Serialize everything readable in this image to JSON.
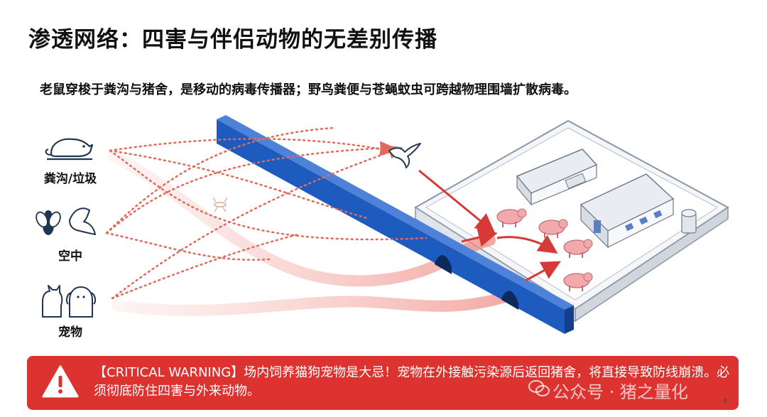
{
  "slide": {
    "title": "渗透网络：四害与伴侣动物的无差别传播",
    "subtitle": "老鼠穿梭于粪沟与猪舍，是移动的病毒传播器；野鸟粪便与苍蝇蚊虫可跨越物理围墙扩散病毒。",
    "page_number": "8"
  },
  "sources": [
    {
      "label": "粪沟/垃圾",
      "icon": "rat-icon"
    },
    {
      "label": "空中",
      "icon": "fly-and-bird-icon"
    },
    {
      "label": "宠物",
      "icon": "cat-and-dog-icon"
    }
  ],
  "colors": {
    "wall": "#1e5bbf",
    "danger": "#dc3330",
    "path": "#e06a5c",
    "pig": "#f2a9ac"
  },
  "warning": {
    "text": "【CRITICAL WARNING】场内饲养猫狗宠物是大忌！宠物在外接触污染源后返回猪舍，将直接导致防线崩溃。必须彻底防住四害与外来动物。",
    "icon": "warning-triangle-icon"
  },
  "watermark": {
    "text": "公众号 · 猪之量化"
  }
}
